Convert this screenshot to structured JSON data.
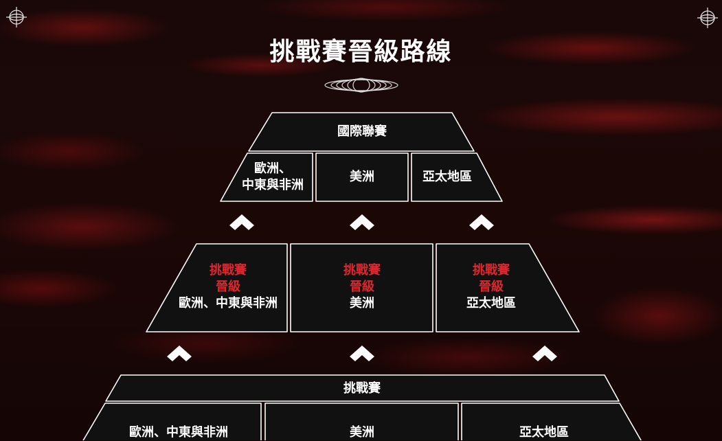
{
  "page": {
    "title": "挑戰賽晉級路線",
    "accent_color": "#e0262d",
    "text_color": "#ffffff",
    "box_fill": "#111111",
    "border_color": "#ffffff"
  },
  "decorations": {
    "corner_icons": [
      "crosshair-icon",
      "crosshair-icon"
    ],
    "emblem": "ring-emblem-icon"
  },
  "tier_top": {
    "header": "國際聯賽",
    "regions": [
      {
        "line1": "歐洲、",
        "line2": "中東與非洲"
      },
      {
        "line1": "美洲"
      },
      {
        "line1": "亞太地區"
      }
    ]
  },
  "tier_middle": {
    "boxes": [
      {
        "line1": "挑戰賽",
        "line2": "晉級",
        "region": "歐洲、中東與非洲"
      },
      {
        "line1": "挑戰賽",
        "line2": "晉級",
        "region": "美洲"
      },
      {
        "line1": "挑戰賽",
        "line2": "晉級",
        "region": "亞太地區"
      }
    ]
  },
  "tier_bottom": {
    "header": "挑戰賽",
    "regions": [
      "歐洲、中東與非洲",
      "美洲",
      "亞太地區"
    ]
  },
  "arrows": {
    "upper": [
      "up-arrow-icon",
      "up-arrow-icon",
      "up-arrow-icon"
    ],
    "lower": [
      "up-arrow-icon",
      "up-arrow-icon",
      "up-arrow-icon"
    ]
  }
}
